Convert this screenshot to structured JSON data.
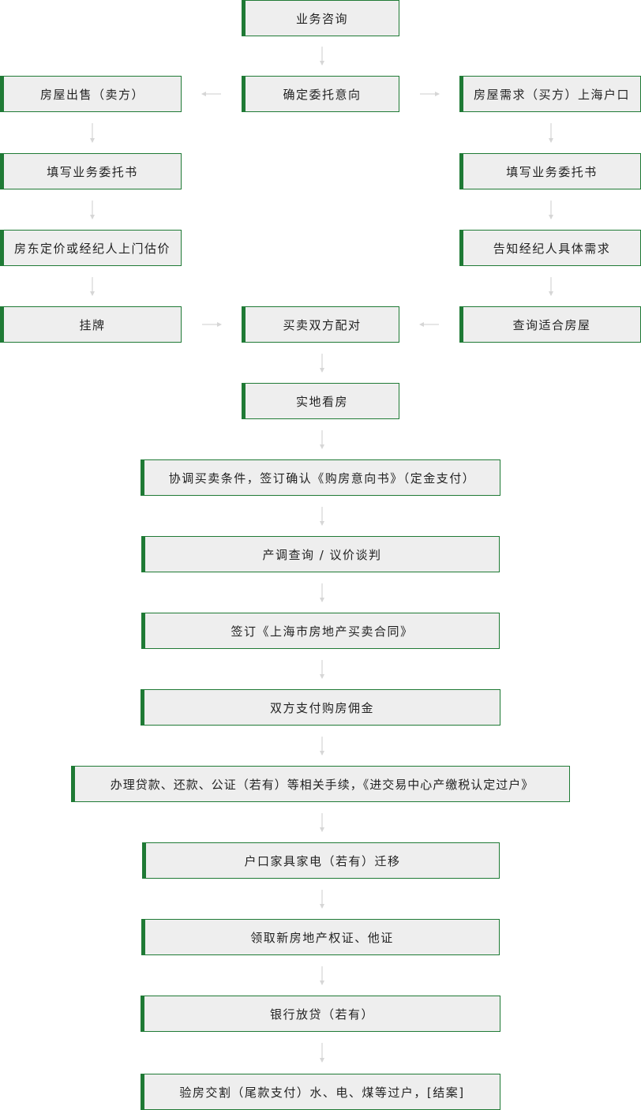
{
  "colors": {
    "accent": "#1f7a35",
    "box_fill": "#eeeeee",
    "arrow": "#d6d6d6"
  },
  "steps": {
    "consult": "业务咨询",
    "confirm": "确定委托意向",
    "seller": "房屋出售（卖方）",
    "buyer": "房屋需求（买方）上海户口",
    "seller_sign": "填写业务委托书",
    "buyer_sign": "填写业务委托书",
    "pricing": "房东定价或经纪人上门估价",
    "buyer_needs": "告知经纪人具体需求",
    "listing": "挂牌",
    "match": "买卖双方配对",
    "find": "查询适合房屋",
    "viewing": "实地看房",
    "negotiate": "协调买卖条件，签订确认《购房意向书》（定金支付）",
    "inquiry": "产调查询 / 议价谈判",
    "contract": "签订《上海市房地产买卖合同》",
    "commission": "双方支付购房佣金",
    "loan": "办理贷款、还款、公证（若有）等相关手续，《进交易中心产缴税认定过户》",
    "move": "户口家具家电（若有）迁移",
    "certificate": "领取新房地产权证、他证",
    "disburse": "银行放贷（若有）",
    "handover": "验房交割（尾款支付）水、电、煤等过户，[结案]"
  }
}
